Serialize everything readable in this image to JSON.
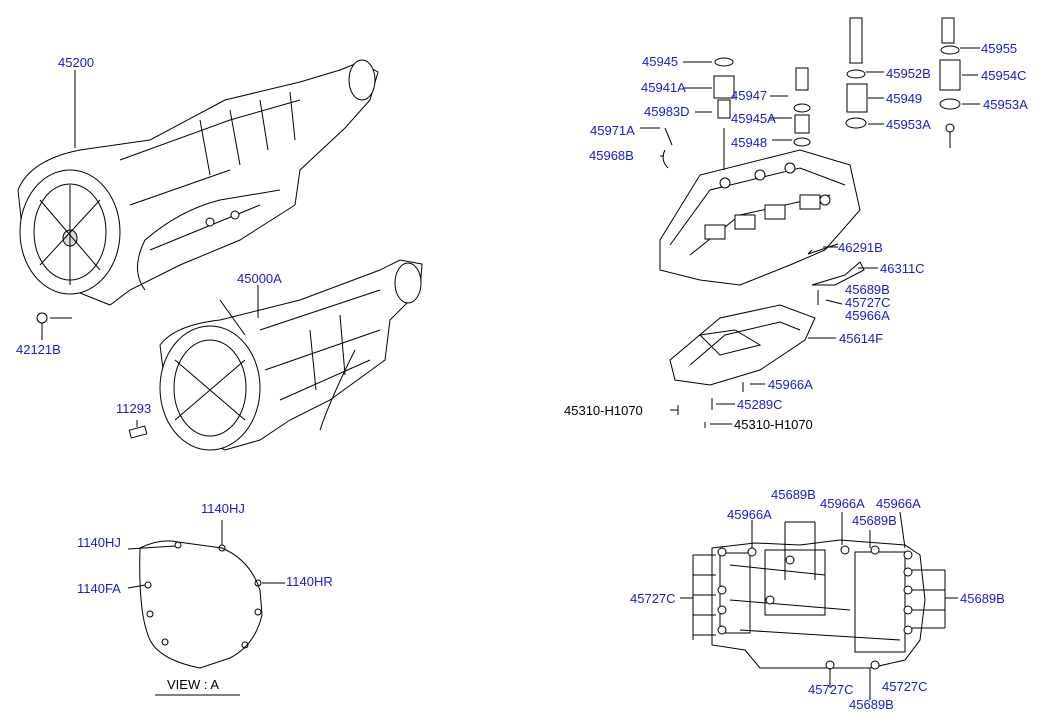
{
  "labels": {
    "l45200": "45200",
    "l42121B": "42121B",
    "l45000A": "45000A",
    "l11293": "11293",
    "l45945": "45945",
    "l45941A": "45941A",
    "l45947": "45947",
    "l45983D": "45983D",
    "l45945A": "45945A",
    "l45971A": "45971A",
    "l45968B": "45968B",
    "l45948": "45948",
    "l45955": "45955",
    "l45952B": "45952B",
    "l45954C": "45954C",
    "l45949": "45949",
    "l45953A_r": "45953A",
    "l45953A": "45953A",
    "l46291B": "46291B",
    "l46311C": "46311C",
    "l45689B_top": "45689B",
    "l45727C_top": "45727C",
    "l45966A_top": "45966A",
    "l45614F": "45614F",
    "l45966A_mid": "45966A",
    "l45289C": "45289C",
    "l45310_left": "45310-H1070",
    "l45310_right": "45310-H1070",
    "l1140HJ_top": "1140HJ",
    "l1140HJ_left": "1140HJ",
    "l1140FA": "1140FA",
    "l1140HR": "1140HR",
    "view_label": "VIEW : A",
    "b45689B_top": "45689B",
    "b45966A_l": "45966A",
    "b45966A_m": "45966A",
    "b45966A_r": "45966A",
    "b45689B_mr": "45689B",
    "b45727C_l": "45727C",
    "b45689B_r": "45689B",
    "b45727C_b1": "45727C",
    "b45727C_b2": "45727C",
    "b45689B_b": "45689B"
  }
}
